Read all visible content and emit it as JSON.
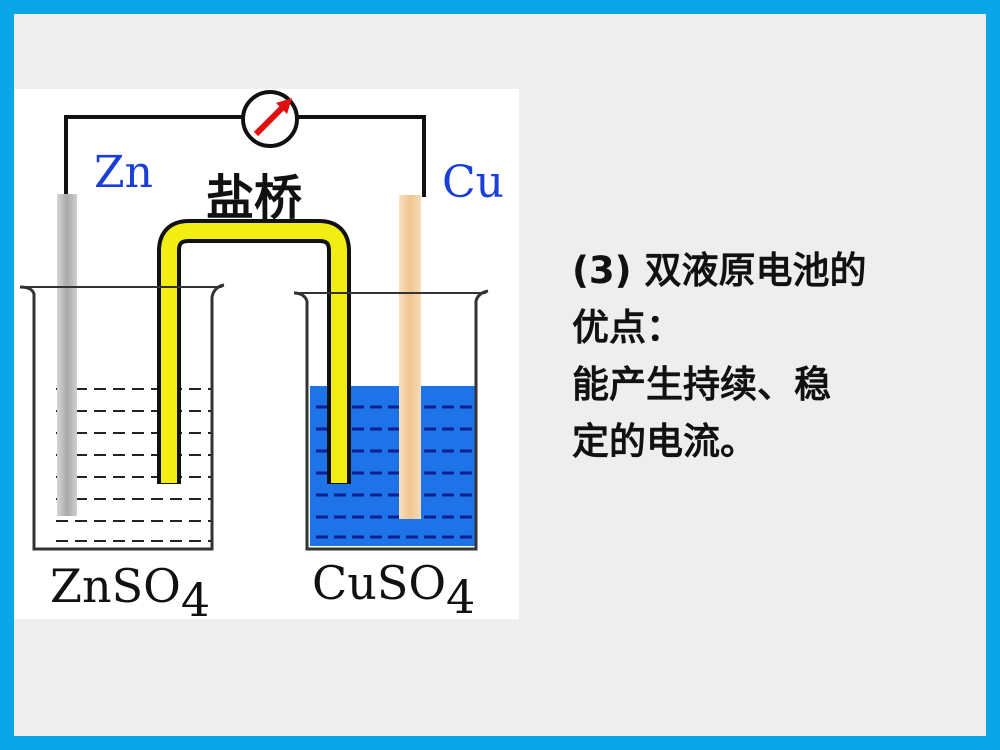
{
  "diagram": {
    "anode_label": "Zn",
    "cathode_label": "Cu",
    "salt_bridge_label": "盐桥",
    "left_solution_label": "ZnSO",
    "left_solution_subscript": "4",
    "right_solution_label": "CuSO",
    "right_solution_subscript": "4",
    "icons": [
      "galvanometer-icon"
    ],
    "colors": {
      "slide_border": "#0aa6e8",
      "slide_background": "#eeeeee",
      "label_blue": "#1a3fd6",
      "salt_bridge": "#f2ee14",
      "cuso4_solution": "#1e73e8",
      "zinc_electrode": "#b8b8b8",
      "copper_electrode": "#f4cfa0",
      "galvanometer_needle": "#e01010"
    }
  },
  "text": {
    "lines": [
      "(3) 双液原电池的",
      "优点：",
      "能产生持续、稳",
      "定的电流。"
    ]
  }
}
